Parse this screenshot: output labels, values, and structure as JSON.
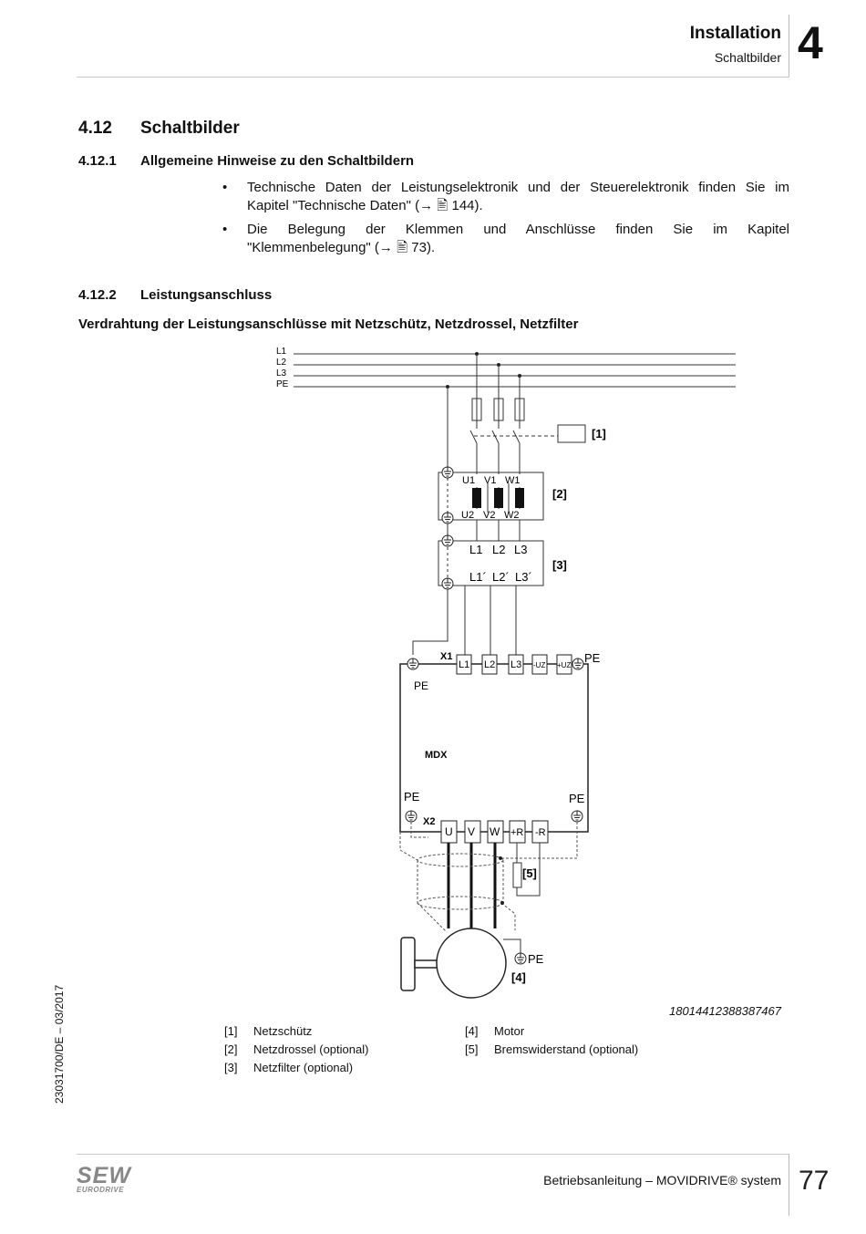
{
  "header": {
    "title": "Installation",
    "subtitle": "Schaltbilder",
    "chapter": "4"
  },
  "section": {
    "number": "4.12",
    "title": "Schaltbilder"
  },
  "subsection1": {
    "number": "4.12.1",
    "title": "Allgemeine Hinweise zu den Schaltbildern",
    "bullets": [
      {
        "line1": "Technische Daten der Leistungselektronik und der Steuerelektronik finden Sie im",
        "line2": "Kapitel \"Technische Daten\" (→ 🖹 144)."
      },
      {
        "line1": "Die Belegung der Klemmen und Anschlüsse finden Sie im Kapitel",
        "line2": "\"Klemmenbelegung\" (→ 🖹 73)."
      }
    ]
  },
  "subsection2": {
    "number": "4.12.2",
    "title": "Leistungsanschluss"
  },
  "figure": {
    "caption": "Verdrahtung der Leistungsanschlüsse mit Netzschütz, Netzdrossel, Netzfilter",
    "id": "18014412388387467",
    "labels": {
      "lines": [
        "L1",
        "L2",
        "L3",
        "PE"
      ],
      "ref1": "[1]",
      "ref2": "[2]",
      "ref3": "[3]",
      "ref4": "[4]",
      "ref5": "[5]",
      "choke_top": [
        "U1",
        "V1",
        "W1"
      ],
      "choke_bottom": [
        "U2",
        "V2",
        "W2"
      ],
      "filter_top": [
        "L1",
        "L2",
        "L3"
      ],
      "filter_bottom": [
        "L1´",
        "L2´",
        "L3´"
      ],
      "x1": "X1",
      "x1_terminals": [
        "L1",
        "L2",
        "L3",
        "-UZ",
        "+UZ"
      ],
      "pe": "PE",
      "mdx": "MDX",
      "x2": "X2",
      "x2_terminals": [
        "U",
        "V",
        "W",
        "+R",
        "-R"
      ]
    }
  },
  "legend": [
    {
      "key": "[1]",
      "text": "Netzschütz"
    },
    {
      "key": "[2]",
      "text": "Netzdrossel (optional)"
    },
    {
      "key": "[3]",
      "text": "Netzfilter (optional)"
    },
    {
      "key": "[4]",
      "text": "Motor"
    },
    {
      "key": "[5]",
      "text": "Bremswiderstand (optional)"
    }
  ],
  "side_text": "23031700/DE – 03/2017",
  "footer": {
    "text": "Betriebsanleitung – MOVIDRIVE® system",
    "page": "77"
  },
  "logo": {
    "brand": "SEW",
    "sub": "EURODRIVE"
  }
}
